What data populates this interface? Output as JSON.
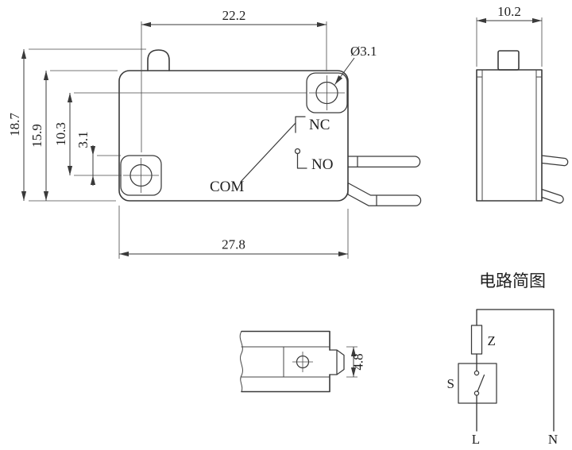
{
  "meta": {
    "background_color": "#ffffff",
    "line_color": "#3a3a3a",
    "text_color": "#1e1e1e",
    "drawing_type": "micro switch dimensional drawing"
  },
  "front_view": {
    "dims": {
      "top_hole_spacing": "22.2",
      "hole_diameter": "Ø3.1",
      "total_height": "18.7",
      "body_height": "15.9",
      "hole_vertical_spacing": "10.3",
      "hole_edge_offset": "3.1",
      "body_width": "27.8"
    },
    "labels": {
      "nc": "NC",
      "no": "NO",
      "com": "COM"
    }
  },
  "side_view": {
    "dims": {
      "width": "10.2"
    }
  },
  "bottom_view": {
    "dims": {
      "terminal_height": "4.8"
    }
  },
  "circuit": {
    "title": "电路简图",
    "labels": {
      "z": "Z",
      "s": "S",
      "l": "L",
      "n": "N"
    }
  }
}
